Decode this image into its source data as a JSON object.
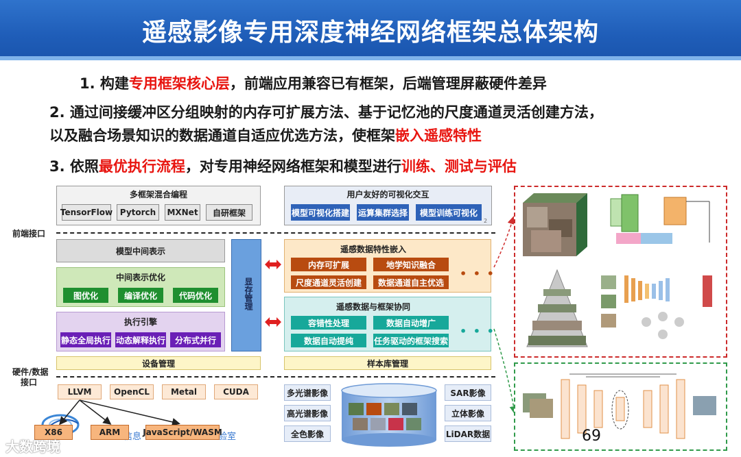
{
  "title": "遥感影像专用深度神经网络框架总体架构",
  "bullets": {
    "b1_pre": "1. 构建",
    "b1_red": "专用框架核心层",
    "b1_post": "，前端应用兼容已有框架，后端管理屏蔽硬件差异",
    "b2_line1": "2. 通过间接缓冲区分组映射的内存可扩展方法、基于记忆池的尺度通道灵活创建方法，",
    "b2_line2_pre": "以及融合场景知识的数据通道自适应优选方法，使框架",
    "b2_line2_red": "嵌入遥感特性",
    "b3_pre": "3. 依照",
    "b3_red1": "最优执行流程",
    "b3_mid": "，对专用神经网络框架和模型进行",
    "b3_red2": "训练、测试与评估"
  },
  "labels": {
    "frontend": "前端接口",
    "hardware_line1": "硬件/数据",
    "hardware_line2": "接口"
  },
  "multi_framework": {
    "title": "多框架混合编程",
    "items": [
      "TensorFlow",
      "Pytorch",
      "MXNet",
      "自研框架"
    ]
  },
  "visual": {
    "title": "用户友好的可视化交互",
    "items": [
      "模型可视化搭建",
      "运算集群选择",
      "模型训练可视化"
    ],
    "corner": "2"
  },
  "ir": {
    "title": "模型中间表示"
  },
  "ir_opt": {
    "title": "中间表示优化",
    "items": [
      "图优化",
      "编译优化",
      "代码优化"
    ]
  },
  "exec": {
    "title": "执行引擎",
    "items": [
      "静态全局执行",
      "动态解释执行",
      "分布式并行"
    ]
  },
  "memory": {
    "title": "显存管理"
  },
  "device": {
    "title": "设备管理"
  },
  "rs_embed": {
    "title": "遥感数据特性嵌入",
    "items": [
      "内存可扩展",
      "地学知识融合",
      "尺度通道灵活创建",
      "数据通道自主优选"
    ]
  },
  "rs_coop": {
    "title": "遥感数据与框架协同",
    "items": [
      "容错性处理",
      "数据自动增广",
      "数据自动提纯",
      "任务驱动的框架搜索"
    ]
  },
  "sample": {
    "title": "样本库管理"
  },
  "hw_top": [
    "LLVM",
    "OpenCL",
    "Metal",
    "CUDA"
  ],
  "hw_bottom": [
    "X86",
    "ARM",
    "JavaScript/WASM"
  ],
  "data_left": [
    "多光谱影像",
    "高光谱影像",
    "全色影像"
  ],
  "data_right": [
    "SAR影像",
    "立体影像",
    "LiDAR数据"
  ],
  "ellipsis": "• • •",
  "page_number": "69",
  "watermark": "大数跨境",
  "footer_text_fragment1": "信息",
  "footer_text_fragment2": "验室",
  "colors": {
    "title_bar": "#1f5db8",
    "highlight_red": "#e8140f",
    "blue_btn": "#2e62b8",
    "green_btn": "#1f8f2f",
    "purple_btn": "#6a1fb6",
    "brown_btn": "#b84b10",
    "teal_btn": "#17a89a"
  }
}
